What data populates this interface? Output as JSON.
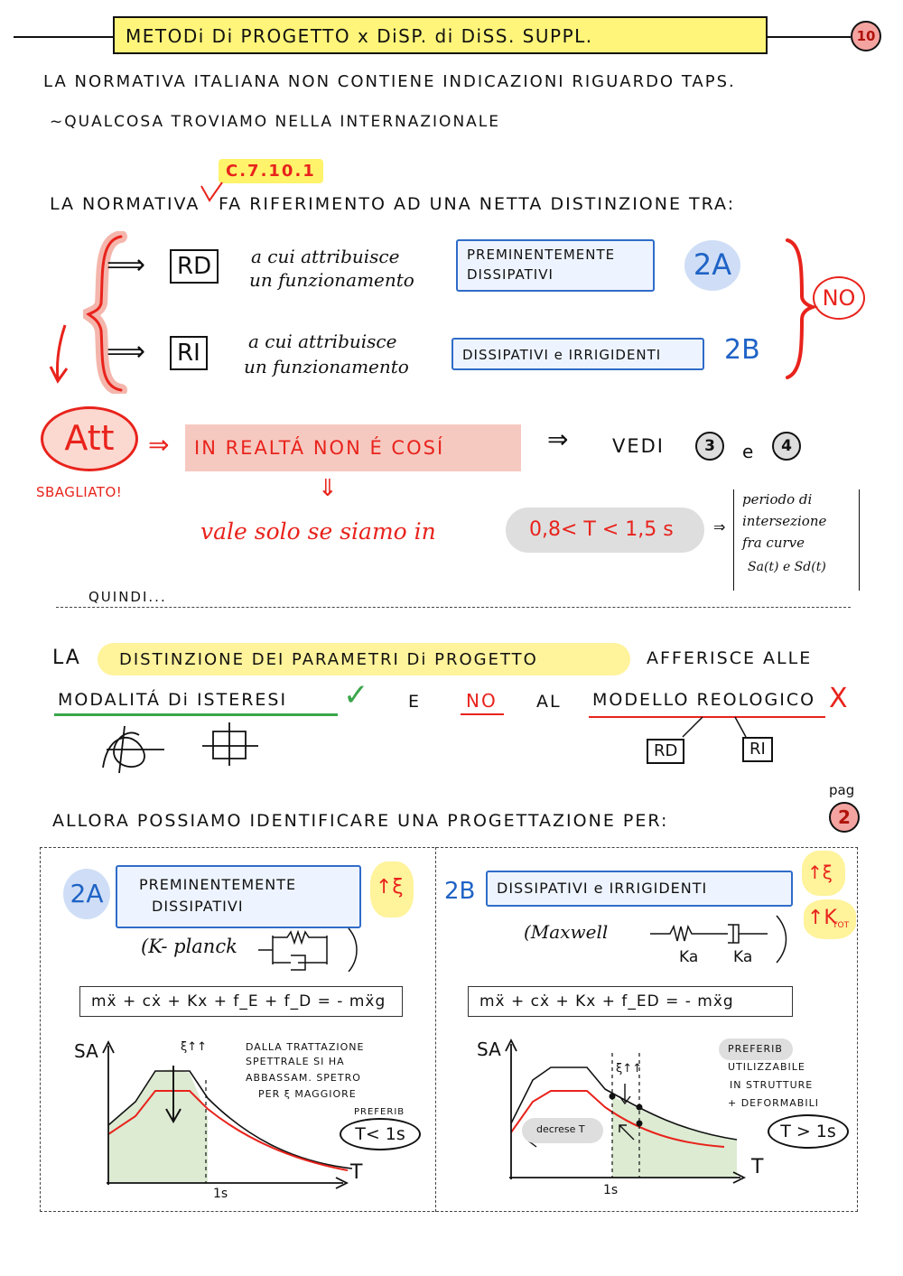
{
  "header": {
    "title": "METODi   Di   PROGETTO   x   DiSP. di DiSS.  SUPPL.",
    "page_number": "10"
  },
  "intro": {
    "line1": "LA NORMATIVA ITALIANA NON CONTIENE INDICAZIONI RIGUARDO TAPS.",
    "line2": "~QUALCOSA TROVIAMO NELLA INTERNAZIONALE"
  },
  "normativa": {
    "ref": "C.7.10.1",
    "sentence_start": "LA NORMATIVA",
    "sentence_end": "FA RIFERIMENTO   AD UNA NETTA DISTINZIONE TRA:",
    "rd": {
      "arrow": "⟹",
      "label": "RD",
      "desc1": "a cui attribuisce",
      "desc2": "un funzionamento",
      "category": "PREMINENTEMENTE DISSIPATIVI",
      "code": "2A"
    },
    "ri": {
      "arrow": "⟹",
      "label": "RI",
      "desc1": "a cui attribuisce",
      "desc2": "un funzionamento",
      "category": "DISSIPATIVI  e  IRRIGIDENTI",
      "code": "2B"
    },
    "verdict": "NO"
  },
  "attention": {
    "badge": "Att",
    "arrow": "⇒",
    "reality": "IN REALTÁ NON É COSÍ",
    "see_arrow": "⇒",
    "see_label": "VEDI",
    "ref_a": "3",
    "conj": "e",
    "ref_b": "4",
    "wrong": "SBAGLIATO!",
    "down_arrow": "⇓",
    "valid_text": "vale solo se siamo in",
    "range": "0,8< T < 1,5 s",
    "range_arrow": "⇒",
    "note": [
      "periodo di",
      "intersezione",
      "fra curve",
      "Sa(t) e Sd(t)"
    ]
  },
  "quindi": "QUINDI...",
  "distinction": {
    "la": "LA",
    "highlight": "DISTINZIONE DEI PARAMETRI Di PROGETTO",
    "rest": "AFFERISCE ALLE",
    "line2_a": "MODALITÁ Di ISTERESI",
    "check": "✓",
    "e": "E",
    "no": "NO",
    "al": "AL",
    "modello": "MODELLO REOLOGICO",
    "cross": "X",
    "rd": "RD",
    "ri": "RI"
  },
  "allora": {
    "text": "ALLORA POSSIAMO IDENTIFICARE UNA PROGETTAZIONE PER:",
    "pag_label": "pag",
    "pag_number": "2"
  },
  "panel_a": {
    "code": "2A",
    "title1": "PREMINENTEMENTE",
    "title2": "DISSIPATIVI",
    "arrow_symbol": "↑ξ",
    "model": "(K- planck",
    "equation": "mẍ  +  cẋ  + Kx  + f_E  + f_D  =  - mẍg",
    "y_label": "SA",
    "x_label": "T",
    "tick": "1s",
    "annot_xi": "ξ↑↑",
    "note": [
      "DALLA TRATTAZIONE",
      "SPETTRALE SI HA",
      "ABBASSAM. SPETRO",
      "PER ξ MAGGIORE"
    ],
    "pref_label": "PREFERIB",
    "pref_value": "T< 1s"
  },
  "panel_b": {
    "code": "2B",
    "title": "DISSIPATIVI  e  IRRIGIDENTI",
    "arrow_symbol": "↑ξ",
    "k_tot": "↑K",
    "k_tot_sub": "TOT",
    "model": "(Maxwell",
    "model_ka1": "Ka",
    "model_ka2": "Ka",
    "equation": "mẍ  +  cẋ  + Kx  + f_ED  =  - mẍg",
    "y_label": "SA",
    "x_label": "T",
    "tick": "1s",
    "annot_xi": "ξ↑↑",
    "decrease": "decrese T",
    "note": [
      "PREFERIB",
      "UTILIZZABILE",
      "IN STRUTTURE",
      "+ DEFORMABILI"
    ],
    "pref_value": "T > 1s"
  },
  "colors": {
    "red": "#e8231c",
    "blue": "#1f63c6",
    "yellow": "#fff39b",
    "pink": "#f6c9c0",
    "green_fill": "#dcebd2",
    "gray_pill": "#dedede"
  }
}
